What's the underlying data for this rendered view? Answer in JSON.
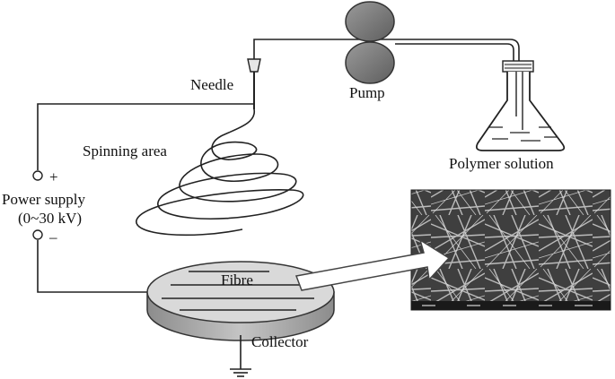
{
  "labels": {
    "needle": "Needle",
    "pump": "Pump",
    "polymer_solution": "Polymer solution",
    "spinning_area": "Spinning area",
    "plus": "+",
    "minus": "–",
    "power_supply_line1": "Power supply",
    "power_supply_line2": "(0~30 kV)",
    "fibre": "Fibre",
    "collector": "Collector"
  },
  "colors": {
    "roller": "#7c7c7c",
    "collector_top": "#d6d6d6",
    "collector_side": "#a8a8a8",
    "sem_background": "#4a4a4a",
    "arrow_fill": "#ffffff"
  },
  "icons": {
    "ground": "ground-symbol-icon",
    "needle": "syringe-needle-icon",
    "flask": "erlenmeyer-flask-icon"
  }
}
